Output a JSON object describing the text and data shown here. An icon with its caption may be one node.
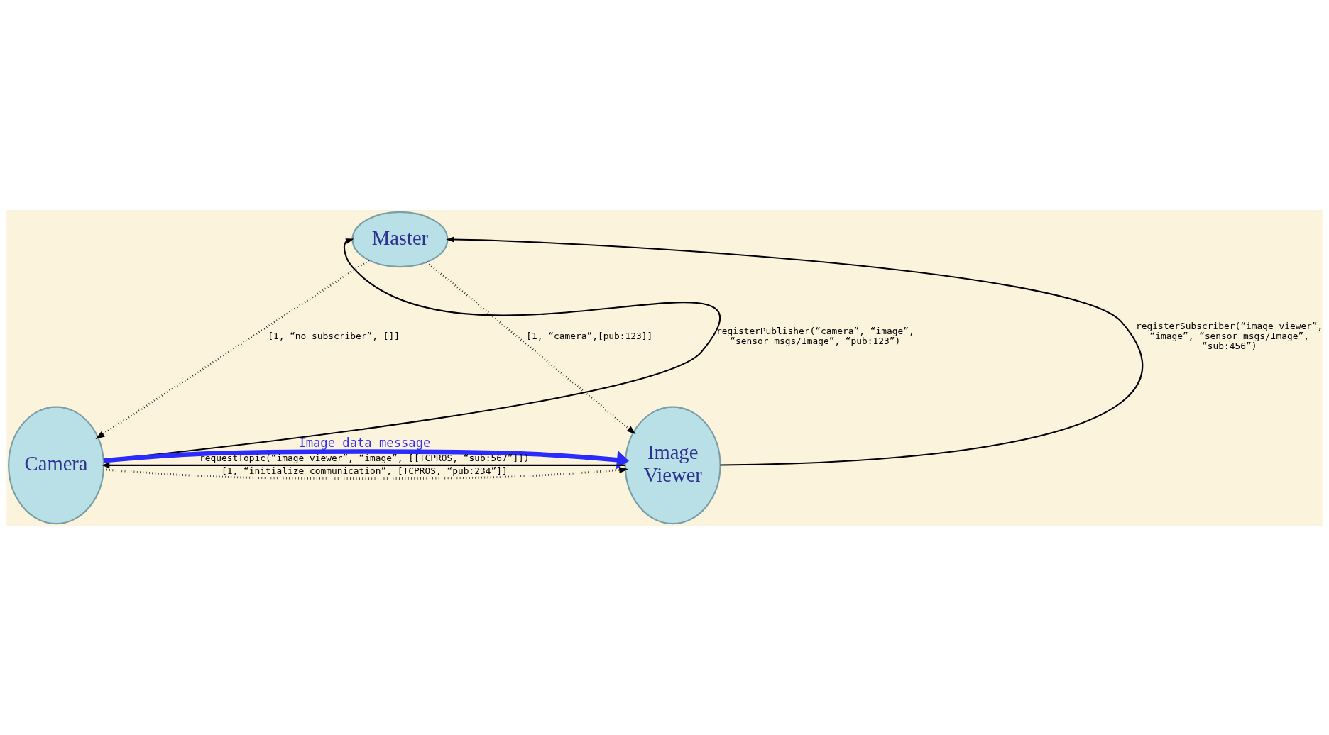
{
  "diagram": {
    "nodes": [
      {
        "text": [
          "Master"
        ]
      },
      {
        "text": [
          "Camera"
        ]
      },
      {
        "text": [
          "Image Viewer"
        ]
      }
    ],
    "edges": [
      {
        "from": 1,
        "to": 0,
        "arrow": "to",
        "label": "registerPublisher(“camera”, “image”, “sensor_msgs/Image”, “pub:123”)"
      },
      {
        "from": 2,
        "to": 0,
        "arrow": "to",
        "label": "registerSubscriber(“image_viewer”, “image”, “sensor_msgs/Image”, “sub:456”)"
      },
      {
        "from": 0,
        "to": 1,
        "arrow": "to",
        "style": "dashed",
        "label": "[1, “no subscriber”, []]"
      },
      {
        "from": 0,
        "to": 2,
        "arrow": "to",
        "style": "dashed",
        "label": "[1, “camera”,[pub:123]]"
      },
      {
        "from": 2,
        "to": 1,
        "arrow": "to",
        "label": "requestTopic(“image_viewer”, “image”, [[TCPROS, “sub:567”]])"
      },
      {
        "from": 1,
        "to": 2,
        "arrow": "to",
        "style": "dashed",
        "label": "[1, “initialize communication”, [TCPROS, “pub:234”]]"
      },
      {
        "from": 1,
        "to": 2,
        "arrow": "to",
        "style": "thick",
        "color": "#2b2bff",
        "label": "Image data message"
      }
    ]
  }
}
